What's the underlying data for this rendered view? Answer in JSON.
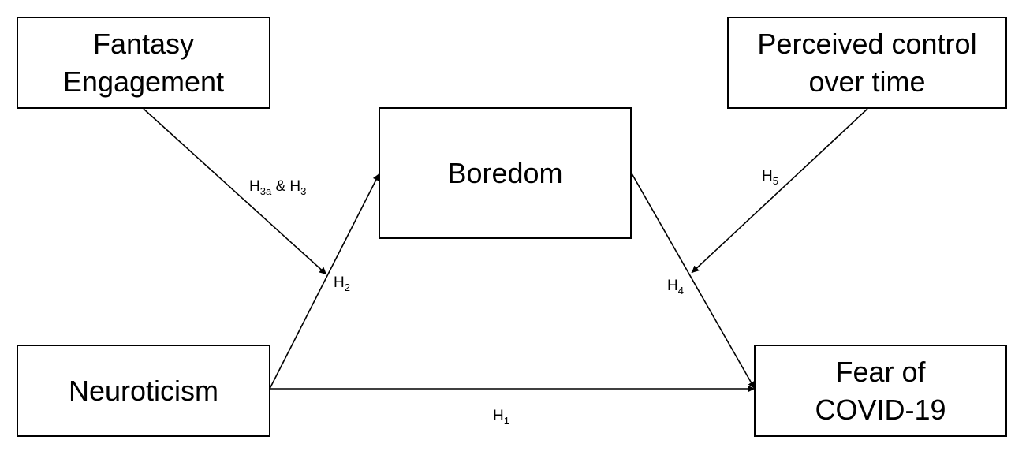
{
  "nodes": {
    "fantasy": {
      "lines": [
        "Fantasy",
        "Engagement"
      ]
    },
    "perceived": {
      "lines": [
        "Perceived control",
        "over time"
      ]
    },
    "boredom": {
      "lines": [
        "Boredom"
      ]
    },
    "neuroticism": {
      "lines": [
        "Neuroticism"
      ]
    },
    "fear": {
      "lines": [
        "Fear of",
        "COVID-19"
      ]
    }
  },
  "labels": {
    "h3": {
      "main": "H",
      "sub": "3a",
      "rest": " & H",
      "sub2": "3"
    },
    "h2": {
      "main": "H",
      "sub": "2"
    },
    "h5": {
      "main": "H",
      "sub": "5"
    },
    "h4": {
      "main": "H",
      "sub": "4"
    },
    "h1": {
      "main": "H",
      "sub": "1"
    }
  },
  "colors": {
    "line": "#000000",
    "background": "#ffffff"
  }
}
